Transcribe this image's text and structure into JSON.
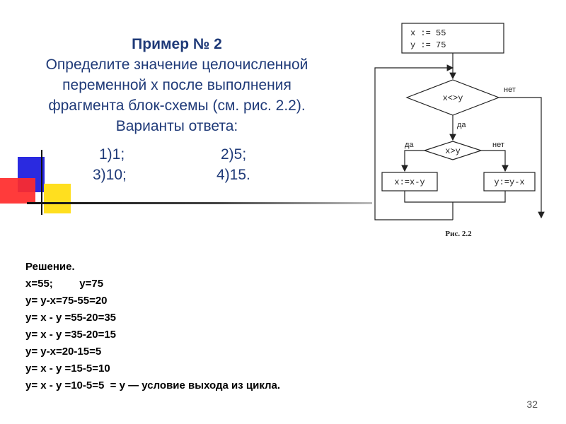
{
  "slide": {
    "heading": "Пример № 2",
    "question_lines": [
      "Определите значение целочисленной",
      "переменной x после выполнения",
      "фрагмента блок-схемы (см. рис. 2.2).",
      "Варианты ответа:"
    ],
    "answers": [
      "1)1;",
      "2)5;",
      "3)10;",
      "4)15."
    ],
    "page_number": "32"
  },
  "flowchart": {
    "init_x": "x := 55",
    "init_y": "y := 75",
    "loop_condition": "x<>y",
    "inner_condition": "x>y",
    "left_action": "x:=x-y",
    "right_action": "y:=y-x",
    "label_no_outer": "нет",
    "label_yes_outer": "да",
    "label_yes_inner": "да",
    "label_no_inner": "нет",
    "caption": "Рис. 2.2"
  },
  "solution": {
    "title": "Решение.",
    "lines": [
      "x=55;         y=75",
      "y= y-x=75-55=20",
      "y= x - y =55-20=35",
      "y= x - y =35-20=15",
      "y= y-x=20-15=5",
      "y= x - y =15-5=10",
      "y= x - y =10-5=5  = y — условие выхода из цикла."
    ]
  }
}
